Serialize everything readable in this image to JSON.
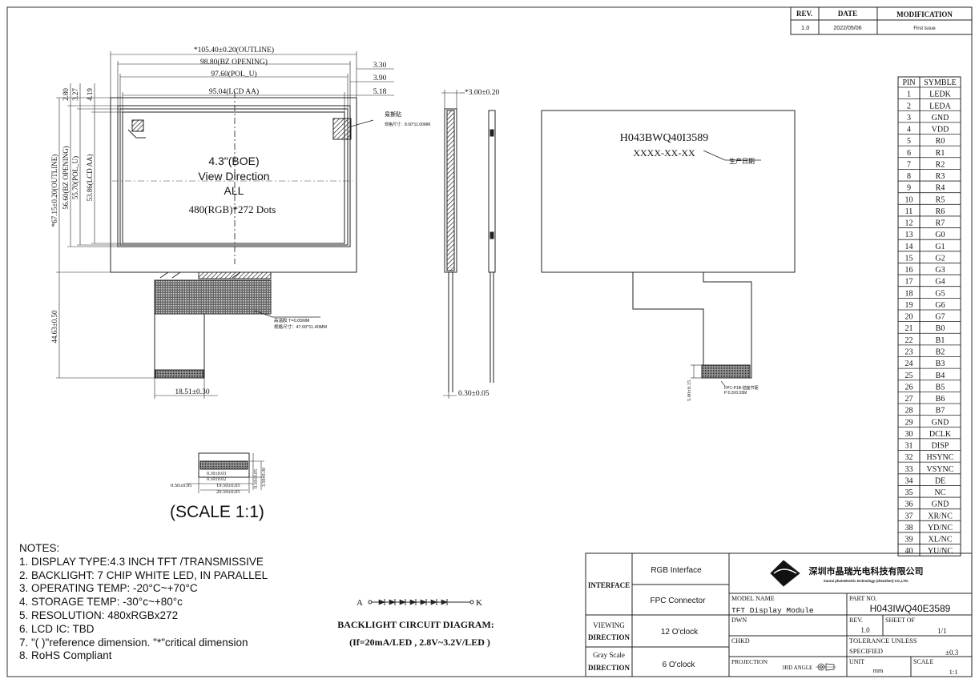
{
  "revision_table": {
    "headers": {
      "rev": "REV.",
      "date": "DATE",
      "modification": "MODIFICATION"
    },
    "row": {
      "rev": "1.0",
      "date": "2022/05/06",
      "modification": "First issue"
    }
  },
  "front_view": {
    "dims": {
      "outline_w": "*105.40±0.20(OUTLINE)",
      "bz_w": "98.80(BZ OPENING)",
      "pol_w": "97.60(POL_U)",
      "aa_w": "95.04(LCD AA)",
      "r1": "3.30",
      "r2": "3.90",
      "r3": "5.18",
      "t1": "2.80",
      "t2": "3.27",
      "t3": "4.19",
      "outline_h": "*67.15±0.20(OUTLINE)",
      "bz_h": "56.60(BZ OPENING)",
      "pol_h": "55.70(POL_U)",
      "aa_h": "53.86(LCD AA)",
      "fpc_h": "44.63±0.50",
      "fpc_w": "18.51±0.30"
    },
    "label_lines": [
      "4.3\"(BOE)",
      "View Direction",
      "ALL"
    ],
    "resolution_text": "480(RGB)*272 Dots",
    "tape_label": "易撕贴",
    "tape_spec": "规格尺寸：8.00*11.00MM",
    "pi_label": "高温胶 T=0.05MM",
    "pi_spec": "规格尺寸：47.00*11.40MM"
  },
  "side_view": {
    "thickness": "*3.00±0.20",
    "fpc_thickness": "0.30±0.05"
  },
  "back_view": {
    "model": "H043BWQ40I3589",
    "date_code": "XXXX-XX-XX",
    "date_label": "生产日期",
    "fpc_pitch": "FPC-P1B-插座节距",
    "fpc_pitch_val": "P:0.3±0.03M",
    "fpc_dim": "5.00±0.15"
  },
  "pin_table": {
    "headers": {
      "pin": "PIN",
      "symbol": "SYMBLE"
    },
    "pins": [
      "LEDK",
      "LEDA",
      "GND",
      "VDD",
      "R0",
      "R1",
      "R2",
      "R3",
      "R4",
      "R5",
      "R6",
      "R7",
      "G0",
      "G1",
      "G2",
      "G3",
      "G4",
      "G5",
      "G6",
      "G7",
      "B0",
      "B1",
      "B2",
      "B3",
      "B4",
      "B5",
      "B6",
      "B7",
      "GND",
      "DCLK",
      "DISP",
      "HSYNC",
      "VSYNC",
      "DE",
      "NC",
      "GND",
      "XR/NC",
      "YD/NC",
      "XL/NC",
      "YU/NC"
    ]
  },
  "detail_view": {
    "d1": "0.50±0.05",
    "d2": "0.30±0.03",
    "d3": "0.50±0.02",
    "d4": "19.50±0.05",
    "d5": "20.50±0.05",
    "d6": "0.10±0.05",
    "d7": "3.50±0.30",
    "scale": "(SCALE 1:1)"
  },
  "notes": {
    "title": "NOTES:",
    "items": [
      "1. DISPLAY TYPE:4.3 INCH TFT /TRANSMISSIVE",
      "2. BACKLIGHT: 7 CHIP WHITE LED, IN PARALLEL",
      "3. OPERATING TEMP: -20°C~+70°C",
      "4. STORAGE TEMP: -30°c~+80°c",
      "5. RESOLUTION: 480xRGBx272",
      "6. LCD IC: TBD",
      "7. \"( )\"reference dimension. \"*\"critical dimension",
      "8. RoHS Compliant"
    ]
  },
  "backlight": {
    "anode": "A",
    "cathode": "K",
    "title": "BACKLIGHT CIRCUIT DIAGRAM:",
    "spec": "(If=20mA/LED ,  2.8V~3.2V/LED )"
  },
  "title_block": {
    "interface_label": "INTERFACE",
    "rgb": "RGB Interface",
    "fpc": "FPC Connector",
    "viewing_1": "VIEWING",
    "viewing_2": "DIRECTION",
    "viewing_val": "12 O'clock",
    "gray_1": "Gray Scale",
    "gray_2": "DIRECTION",
    "gray_val": "6 O'clock",
    "company_cn": "深圳市晶瑞光电科技有限公司",
    "company_en": "Xunrui photoelectric technology (shenzhen) CO.,LTD.",
    "model_name_label": "MODEL NAME",
    "model_name_val": "TFT Display Module",
    "part_no_label": "PART NO.",
    "part_no_val": "H043IWQ40E3589",
    "dwn": "DWN",
    "rev_label": "REV.",
    "rev_val": "1.0",
    "sheet_label": "SHEET OF",
    "sheet_val": "1/1",
    "chkd": "CHKD",
    "tolerance_1": "TOLERANCE UNLESS",
    "tolerance_2": "SPECIFIED",
    "tolerance_val": "±0.3",
    "projection": "PROJECTION",
    "projection_val": "3RD ANGLE",
    "unit_label": "UNIT",
    "unit_val": "mm",
    "scale_label": "SCALE",
    "scale_val": "1:1"
  }
}
